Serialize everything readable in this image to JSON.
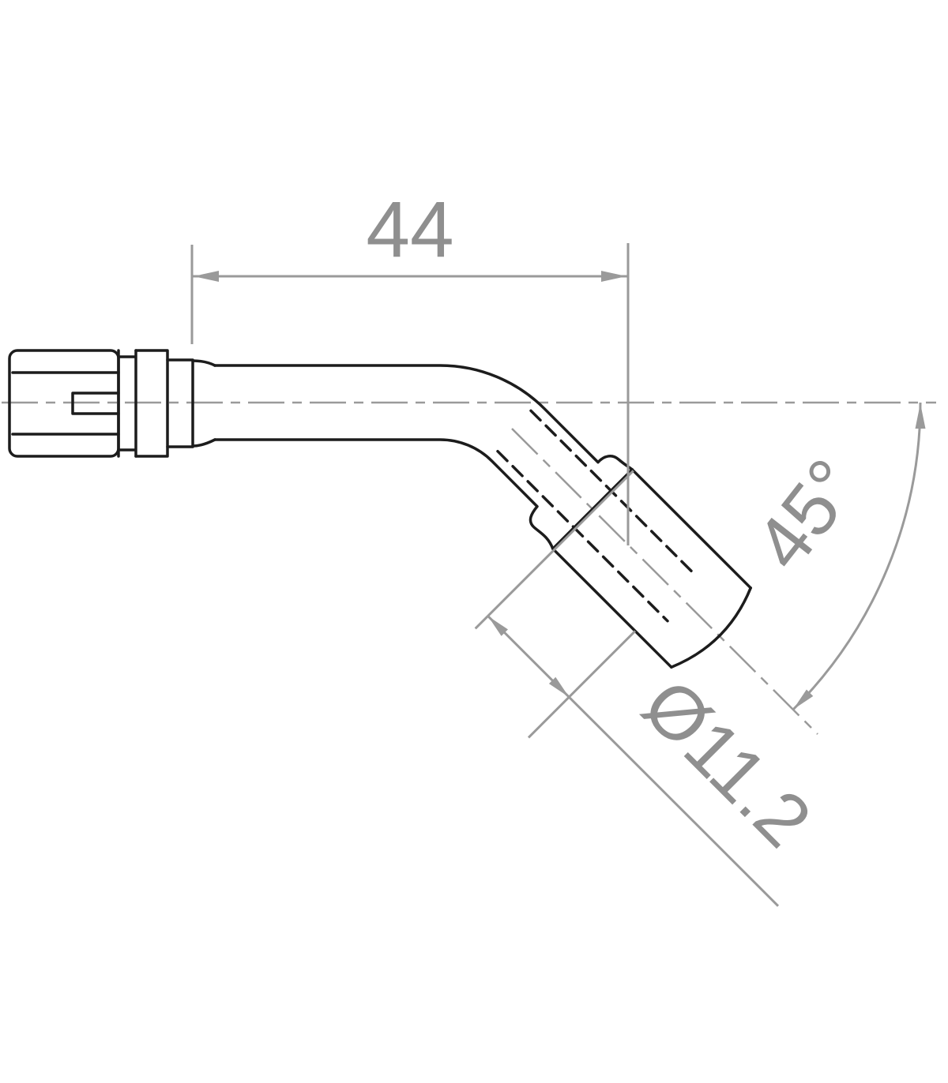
{
  "colors": {
    "part_line": "#1c1c1c",
    "dimension": "#9a9a9a",
    "centerline": "#9a9a9a",
    "text": "#8f8f8f",
    "background": "#ffffff"
  },
  "dimensions": {
    "length": {
      "label": "44"
    },
    "angle": {
      "label": "45°"
    },
    "diameter": {
      "label": "Ø11.2"
    }
  }
}
